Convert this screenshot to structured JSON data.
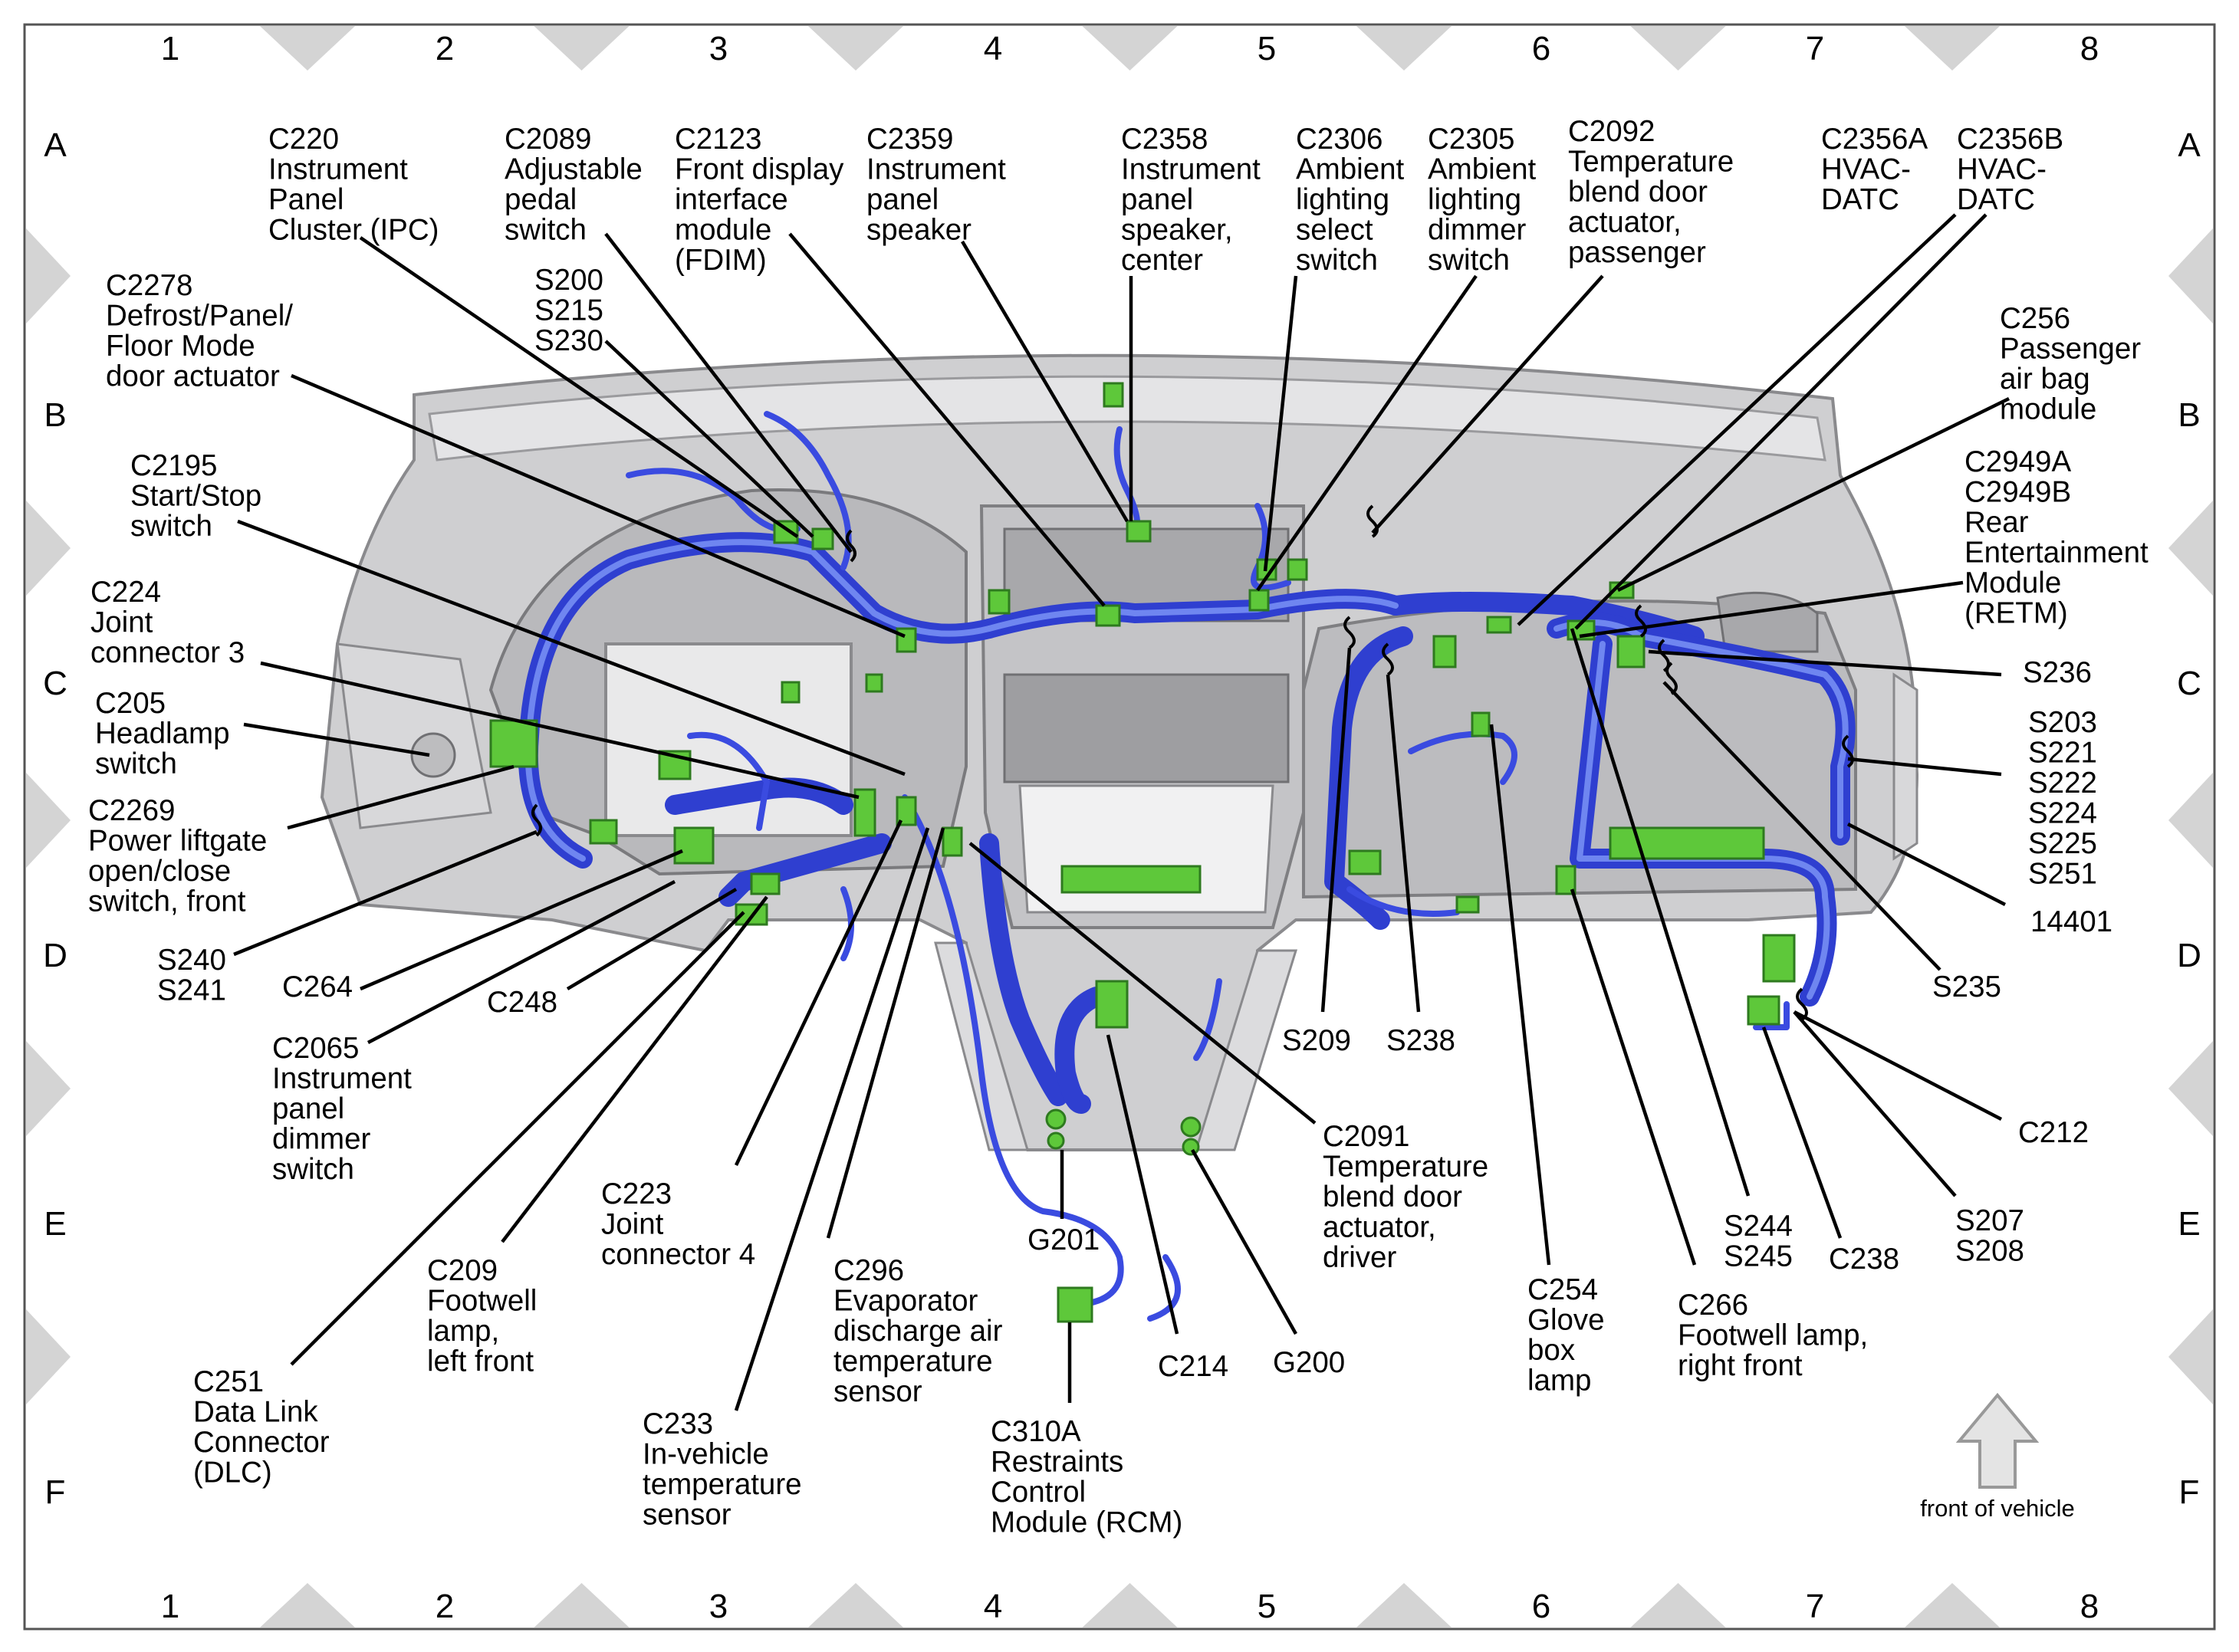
{
  "grid": {
    "columns": [
      "1",
      "2",
      "3",
      "4",
      "5",
      "6",
      "7",
      "8"
    ],
    "rows": [
      "A",
      "B",
      "C",
      "D",
      "E",
      "F"
    ]
  },
  "front_indicator": "front of vehicle",
  "colors": {
    "harness": "#2f3fd0",
    "harness_highlight": "#6f86f0",
    "connector": "#5ec83a",
    "panel": "#c9c9cb",
    "grid_triangles": "#d4d4d4"
  },
  "callouts": [
    {
      "id": "c220",
      "lines": [
        "C220",
        "Instrument",
        "Panel",
        "Cluster (IPC)"
      ]
    },
    {
      "id": "c2089",
      "lines": [
        "C2089",
        "Adjustable",
        "pedal",
        "switch"
      ]
    },
    {
      "id": "c2123",
      "lines": [
        "C2123",
        "Front display",
        "interface",
        "module",
        "(FDIM)"
      ]
    },
    {
      "id": "c2359",
      "lines": [
        "C2359",
        "Instrument",
        "panel",
        "speaker"
      ]
    },
    {
      "id": "c2358",
      "lines": [
        "C2358",
        "Instrument",
        "panel",
        "speaker,",
        "center"
      ]
    },
    {
      "id": "c2306",
      "lines": [
        "C2306",
        "Ambient",
        "lighting",
        "select",
        "switch"
      ]
    },
    {
      "id": "c2305",
      "lines": [
        "C2305",
        "Ambient",
        "lighting",
        "dimmer",
        "switch"
      ]
    },
    {
      "id": "c2092",
      "lines": [
        "C2092",
        "Temperature",
        "blend door",
        "actuator,",
        "passenger"
      ]
    },
    {
      "id": "c2356a",
      "lines": [
        "C2356A",
        "HVAC-",
        "DATC"
      ]
    },
    {
      "id": "c2356b",
      "lines": [
        "C2356B",
        "HVAC-",
        "DATC"
      ]
    },
    {
      "id": "c2278",
      "lines": [
        "C2278",
        "Defrost/Panel/",
        "Floor Mode",
        "door actuator"
      ]
    },
    {
      "id": "s200",
      "lines": [
        "S200",
        "S215",
        "S230"
      ]
    },
    {
      "id": "c256",
      "lines": [
        "C256",
        "Passenger",
        "air bag",
        "module"
      ]
    },
    {
      "id": "c2949",
      "lines": [
        "C2949A",
        "C2949B",
        "Rear",
        "Entertainment",
        "Module",
        "(RETM)"
      ]
    },
    {
      "id": "c2195",
      "lines": [
        "C2195",
        "Start/Stop",
        "switch"
      ]
    },
    {
      "id": "c224",
      "lines": [
        "C224",
        "Joint",
        "connector 3"
      ]
    },
    {
      "id": "c205",
      "lines": [
        "C205",
        "Headlamp",
        "switch"
      ]
    },
    {
      "id": "c2269",
      "lines": [
        "C2269",
        "Power liftgate",
        "open/close",
        "switch, front"
      ]
    },
    {
      "id": "s236",
      "lines": [
        "S236"
      ]
    },
    {
      "id": "s203",
      "lines": [
        "S203",
        "S221",
        "S222",
        "S224",
        "S225",
        "S251"
      ]
    },
    {
      "id": "p14401",
      "lines": [
        "14401"
      ]
    },
    {
      "id": "s240",
      "lines": [
        "S240",
        "S241"
      ]
    },
    {
      "id": "c264",
      "lines": [
        "C264"
      ]
    },
    {
      "id": "c248",
      "lines": [
        "C248"
      ]
    },
    {
      "id": "c2065",
      "lines": [
        "C2065",
        "Instrument",
        "panel",
        "dimmer",
        "switch"
      ]
    },
    {
      "id": "s209",
      "lines": [
        "S209"
      ]
    },
    {
      "id": "s238",
      "lines": [
        "S238"
      ]
    },
    {
      "id": "s235",
      "lines": [
        "S235"
      ]
    },
    {
      "id": "c212",
      "lines": [
        "C212"
      ]
    },
    {
      "id": "c2091",
      "lines": [
        "C2091",
        "Temperature",
        "blend door",
        "actuator,",
        "driver"
      ]
    },
    {
      "id": "c223",
      "lines": [
        "C223",
        "Joint",
        "connector 4"
      ]
    },
    {
      "id": "s207",
      "lines": [
        "S207",
        "S208"
      ]
    },
    {
      "id": "s244",
      "lines": [
        "S244",
        "S245"
      ]
    },
    {
      "id": "c238",
      "lines": [
        "C238"
      ]
    },
    {
      "id": "g201",
      "lines": [
        "G201"
      ]
    },
    {
      "id": "c209",
      "lines": [
        "C209",
        "Footwell",
        "lamp,",
        "left front"
      ]
    },
    {
      "id": "c296",
      "lines": [
        "C296",
        "Evaporator",
        "discharge air",
        "temperature",
        "sensor"
      ]
    },
    {
      "id": "c254",
      "lines": [
        "C254",
        "Glove",
        "box",
        "lamp"
      ]
    },
    {
      "id": "c266",
      "lines": [
        "C266",
        "Footwell lamp,",
        "right front"
      ]
    },
    {
      "id": "c214",
      "lines": [
        "C214"
      ]
    },
    {
      "id": "g200",
      "lines": [
        "G200"
      ]
    },
    {
      "id": "c251",
      "lines": [
        "C251",
        "Data Link",
        "Connector",
        "(DLC)"
      ]
    },
    {
      "id": "c233",
      "lines": [
        "C233",
        "In-vehicle",
        "temperature",
        "sensor"
      ]
    },
    {
      "id": "c310a",
      "lines": [
        "C310A",
        "Restraints",
        "Control",
        "Module (RCM)"
      ]
    }
  ]
}
